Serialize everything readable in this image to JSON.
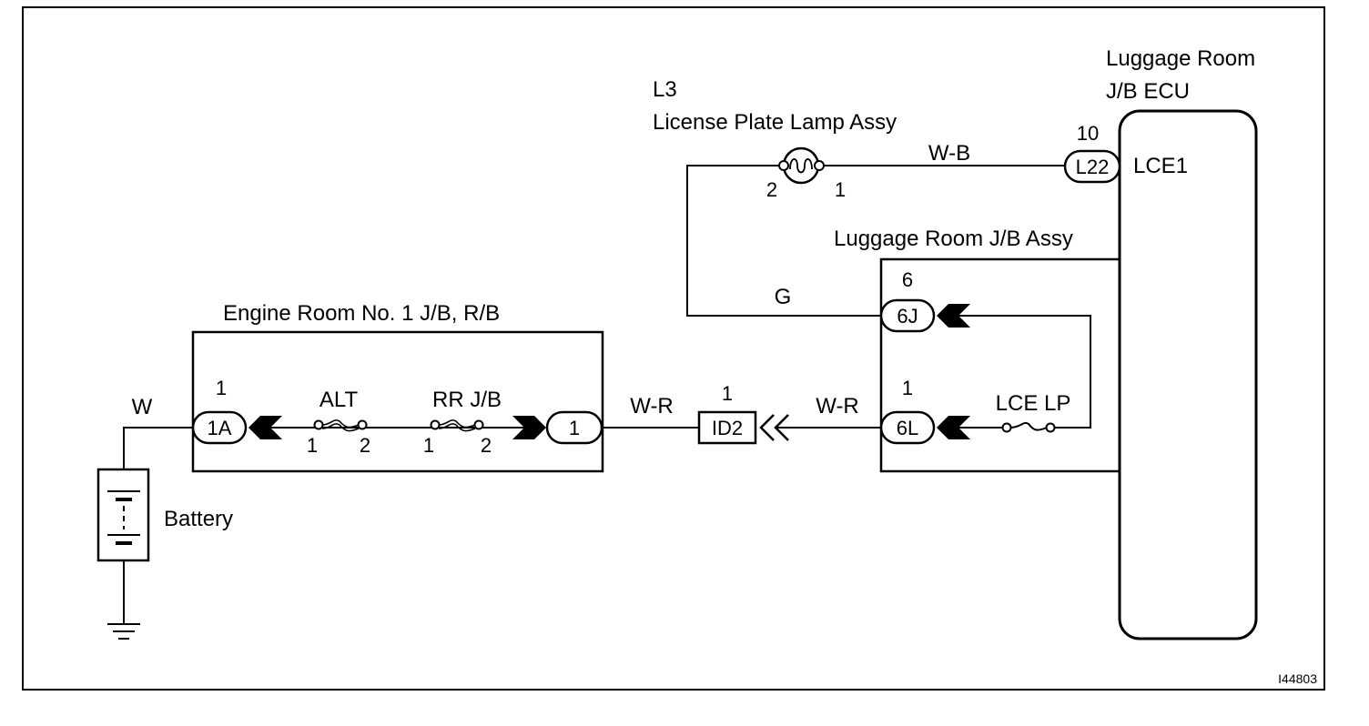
{
  "diagram": {
    "figure_id": "I44803",
    "ecu": {
      "title_line1": "Luggage Room",
      "title_line2": "J/B ECU",
      "pin_label": "LCE1"
    },
    "lamp": {
      "code": "L3",
      "name": "License Plate Lamp Assy",
      "pin_left": "2",
      "pin_right": "1"
    },
    "luggage_jb": {
      "title": "Luggage Room J/B Assy",
      "fuse_label": "LCE LP"
    },
    "engine_jb": {
      "title": "Engine Room No. 1 J/B, R/B",
      "fuse1_label": "ALT",
      "fuse1_pin_a": "1",
      "fuse1_pin_b": "2",
      "fuse2_label": "RR J/B",
      "fuse2_pin_a": "1",
      "fuse2_pin_b": "2"
    },
    "battery": {
      "label": "Battery"
    },
    "connectors": {
      "L22": {
        "name": "L22",
        "pin": "10"
      },
      "6J": {
        "name": "6J",
        "pin": "6"
      },
      "6L": {
        "name": "6L",
        "pin": "1"
      },
      "ID2": {
        "name": "ID2",
        "pin": "1"
      },
      "1A": {
        "name": "1A",
        "pin": "1"
      },
      "out1": {
        "name": "1"
      }
    },
    "wires": {
      "lamp_to_ecu": "W-B",
      "lamp_to_6J": "G",
      "ID2_to_6L": "W-R",
      "engine_to_ID2": "W-R",
      "battery_to_1A": "W"
    }
  }
}
